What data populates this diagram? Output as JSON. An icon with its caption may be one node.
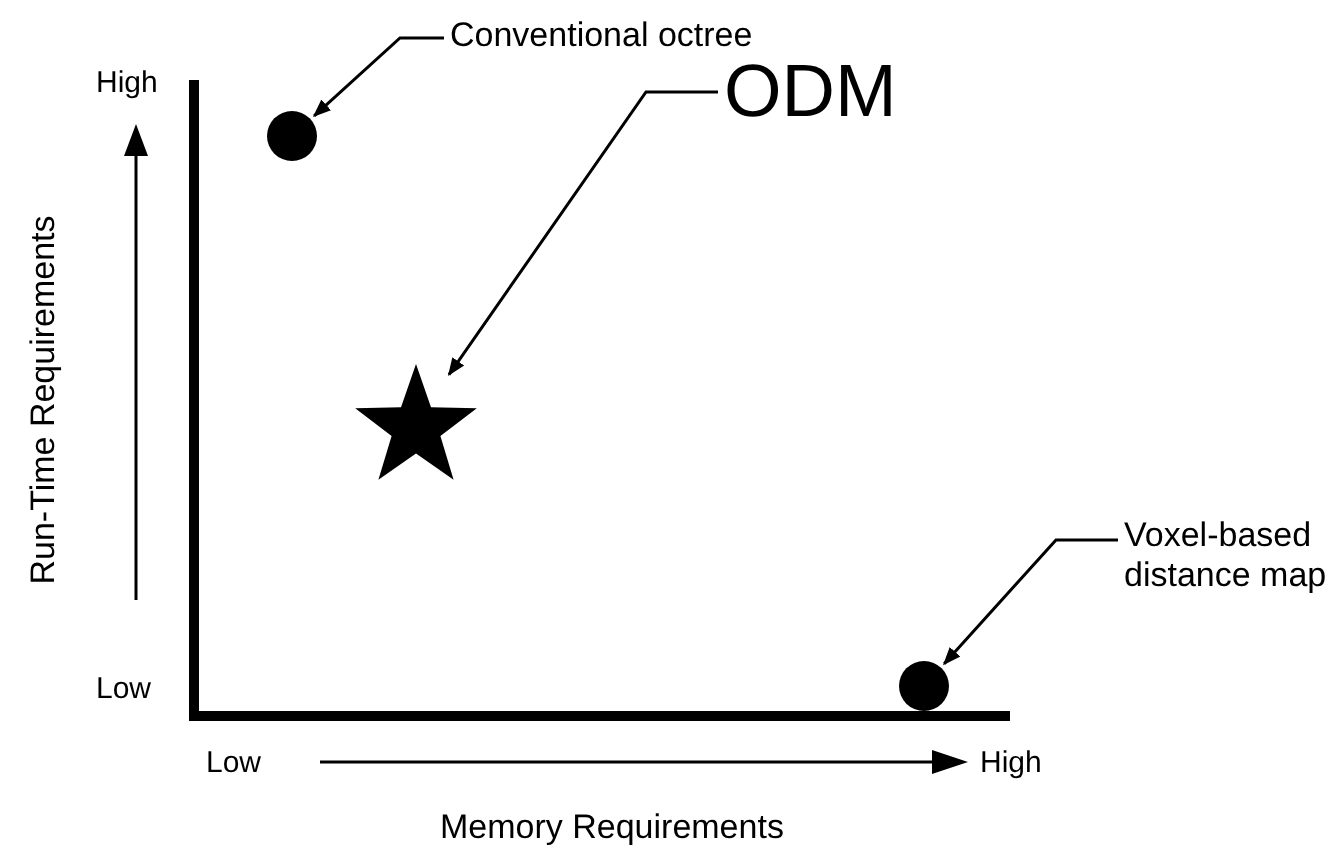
{
  "diagram": {
    "nodes": [
      {
        "text": [
          "Conventional octree"
        ]
      },
      {
        "text": [],
        "shape": "circle"
      },
      {
        "text": [
          "ODM"
        ]
      },
      {
        "text": [],
        "shape": "star"
      },
      {
        "text": [
          "Voxel-based distance map"
        ]
      },
      {
        "text": [],
        "shape": "circle"
      }
    ],
    "edges": [
      {
        "from": 0,
        "to": 1,
        "arrow": "to"
      },
      {
        "from": 2,
        "to": 3,
        "arrow": "to"
      },
      {
        "from": 4,
        "to": 5,
        "arrow": "to"
      }
    ],
    "labels": [
      "High",
      "Run-Time Requirements",
      "Low",
      "Low",
      "High",
      "Memory Requirements"
    ]
  }
}
